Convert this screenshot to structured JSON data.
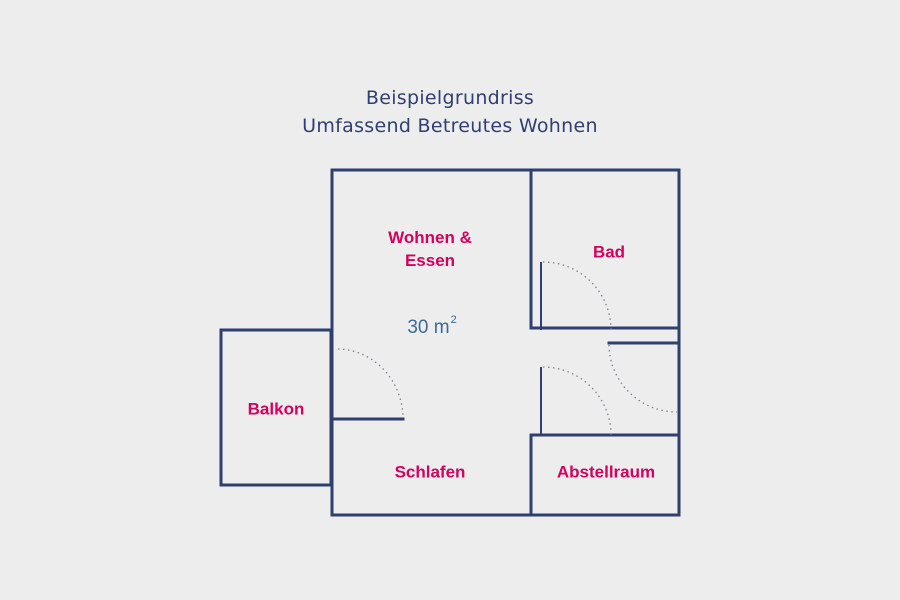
{
  "title": {
    "line1": "Beispielgrundriss",
    "line2": "Umfassend Betreutes Wohnen"
  },
  "rooms": [
    {
      "id": "wohnen",
      "label_line1": "Wohnen &",
      "label_line2": "Essen"
    },
    {
      "id": "bad",
      "label": "Bad"
    },
    {
      "id": "balkon",
      "label": "Balkon"
    },
    {
      "id": "schlafen",
      "label": "Schlafen"
    },
    {
      "id": "abstellraum",
      "label": "Abstellraum"
    }
  ],
  "area": {
    "value": "30 m",
    "unit_exp": "2"
  },
  "colors": {
    "background": "#ededed",
    "walls": "#2f3f70",
    "room_labels": "#d4005e",
    "area_text": "#3b6a96",
    "door_swing": "#7a8296"
  }
}
